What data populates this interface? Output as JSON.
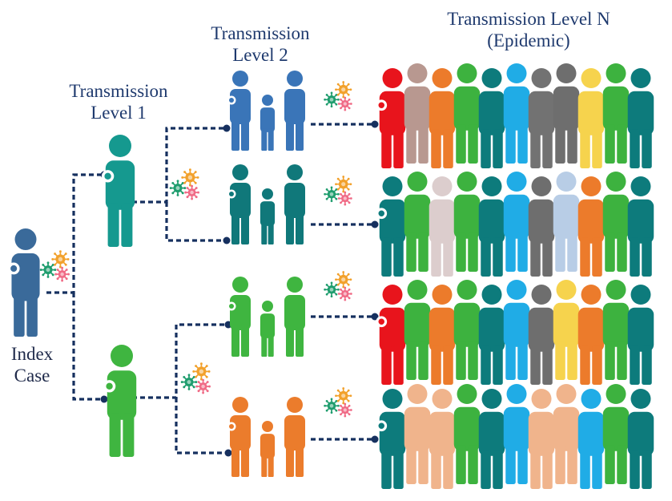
{
  "labels": {
    "index": [
      "Index",
      "Case"
    ],
    "level1": [
      "Transmission",
      "Level 1"
    ],
    "level2": [
      "Transmission",
      "Level 2"
    ],
    "levelN": [
      "Transmission Level N",
      "(Epidemic)"
    ]
  },
  "icons": {
    "virus": "virus-cluster-icon"
  },
  "colors": {
    "line": "#16305f",
    "index": "#3a6a9a",
    "l1_top": "#15998f",
    "l1_bottom": "#3fb540",
    "l2_blue": "#3a75b8",
    "l2_teal": "#10787a",
    "l2_green": "#3fb540",
    "l2_orange": "#eb7c2c",
    "virus_green": "#1f9d6e",
    "virus_orange": "#f2a12c",
    "virus_pink": "#f06b86"
  },
  "crowd_rows": [
    [
      "#e8141c",
      "#b89890",
      "#ec7b2b",
      "#3db23f",
      "#0d7b7c",
      "#20ace6",
      "#727272",
      "#6e6e6e",
      "#f6d34d",
      "#3db23f",
      "#0d7b7c",
      "#20ace6"
    ],
    [
      "#0d7b7c",
      "#3db23f",
      "#dccdcd",
      "#3db23f",
      "#0d7b7c",
      "#20ace6",
      "#6e6e6e",
      "#b8cde6",
      "#ec7b2b",
      "#3db23f",
      "#0d7b7c",
      "#e2a8a8"
    ],
    [
      "#e8141c",
      "#3db23f",
      "#ec7b2b",
      "#3db23f",
      "#0d7b7c",
      "#20ace6",
      "#6e6e6e",
      "#f6d34d",
      "#ec7b2b",
      "#3db23f",
      "#0d7b7c",
      "#20ace6"
    ],
    [
      "#0d7b7c",
      "#f0b48c",
      "#f0b48c",
      "#3db23f",
      "#0d7b7c",
      "#20ace6",
      "#f0b48c",
      "#f0b48c",
      "#20ace6",
      "#3db23f",
      "#0d7b7c",
      "#e2a8a8"
    ]
  ]
}
